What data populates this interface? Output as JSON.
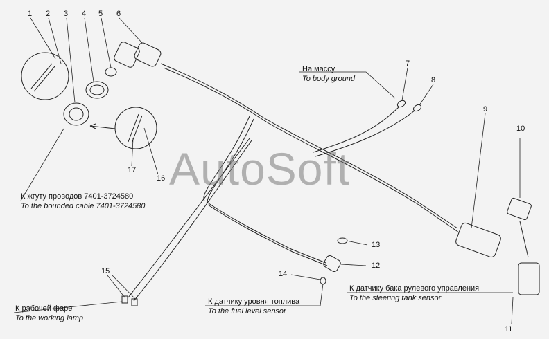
{
  "labels": {
    "ground_ru": "На массу",
    "ground_en": "To body ground",
    "harness_ru": "К жгуту проводов 7401-3724580",
    "harness_en": "To the bounded cable 7401-3724580",
    "lamp_ru": "К рабочей фаре",
    "lamp_en": "To the working lamp",
    "fuel_ru": "К датчику уровня топлива",
    "fuel_en": "To the fuel level sensor",
    "steering_ru": "К датчику бака рулевого управления",
    "steering_en": "To the steering tank sensor"
  },
  "callouts": [
    "1",
    "2",
    "3",
    "4",
    "5",
    "6",
    "7",
    "8",
    "9",
    "10",
    "11",
    "12",
    "13",
    "14",
    "15",
    "16",
    "17"
  ],
  "watermark": "AutoSoft"
}
